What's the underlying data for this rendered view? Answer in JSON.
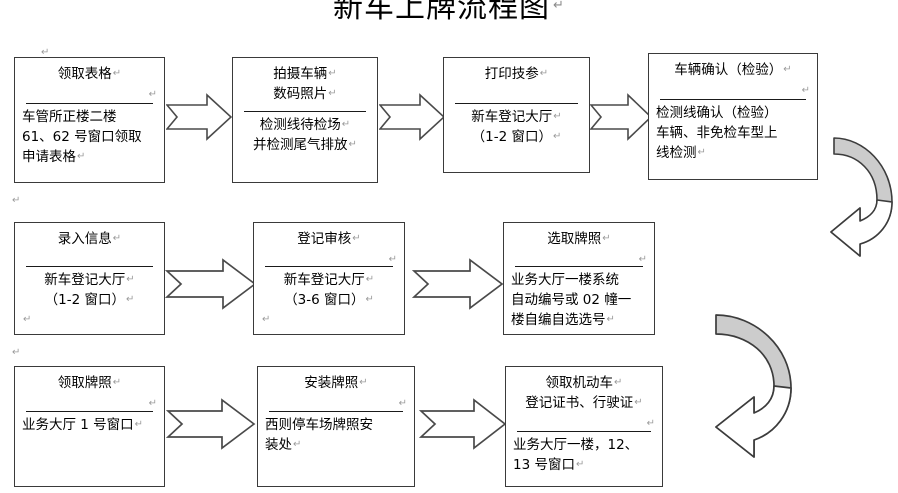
{
  "title": {
    "text": "新车上牌流程图",
    "pilcrow": "↵"
  },
  "marks": {
    "pilcrow": "↵"
  },
  "flow": {
    "rows": [
      {
        "row_name": "row-1",
        "boxes": [
          {
            "id": "box-get-form",
            "head": "领取表格",
            "head_lines": [
              "领取表格"
            ],
            "body_lines": [
              "车管所正楼二楼",
              "61、62 号窗口领取",
              "申请表格"
            ],
            "body_align": "left"
          },
          {
            "id": "box-photo-vehicle",
            "head": "拍摄车辆",
            "head_lines": [
              "拍摄车辆",
              "数码照片"
            ],
            "body_lines": [
              "检测线待检场",
              "并检测尾气排放"
            ],
            "body_align": "center"
          },
          {
            "id": "box-print-spec",
            "head": "打印技参",
            "head_lines": [
              "打印技参"
            ],
            "body_lines": [
              "新车登记大厅",
              "（1-2 窗口）"
            ],
            "body_align": "center"
          },
          {
            "id": "box-vehicle-confirm",
            "head": "车辆确认（检验）",
            "head_lines": [
              "车辆确认（检验）"
            ],
            "body_lines": [
              "检测线确认（检验）",
              "车辆、非免检车型上",
              "线检测"
            ],
            "body_align": "left"
          }
        ]
      },
      {
        "row_name": "row-2",
        "boxes": [
          {
            "id": "box-enter-info",
            "head": "录入信息",
            "head_lines": [
              "录入信息"
            ],
            "body_lines": [
              "新车登记大厅",
              "（1-2 窗口）"
            ],
            "body_align": "center"
          },
          {
            "id": "box-registration-review",
            "head": "登记审核",
            "head_lines": [
              "登记审核"
            ],
            "body_lines": [
              "新车登记大厅",
              "（3-6 窗口）"
            ],
            "body_align": "center"
          },
          {
            "id": "box-select-plate",
            "head": "选取牌照",
            "head_lines": [
              "选取牌照"
            ],
            "body_lines": [
              "业务大厅一楼系统",
              "自动编号或 02 幢一",
              "楼自编自选选号"
            ],
            "body_align": "left"
          }
        ]
      },
      {
        "row_name": "row-3",
        "boxes": [
          {
            "id": "box-collect-plate",
            "head": "领取牌照",
            "head_lines": [
              "领取牌照"
            ],
            "body_lines": [
              "业务大厅 1 号窗口"
            ],
            "body_align": "left"
          },
          {
            "id": "box-install-plate",
            "head": "安装牌照",
            "head_lines": [
              "安装牌照"
            ],
            "body_lines": [
              "西则停车场牌照安",
              "装处"
            ],
            "body_align": "left"
          },
          {
            "id": "box-collect-certs",
            "head": "领取机动车",
            "head_lines": [
              "领取机动车",
              "登记证书、行驶证"
            ],
            "body_lines": [
              "业务大厅一楼，12、",
              "13 号窗口"
            ],
            "body_align": "left"
          }
        ]
      }
    ],
    "connectors": [
      {
        "id": "arrow-r1-1",
        "name": "right-arrow-icon",
        "direction": "right"
      },
      {
        "id": "arrow-r1-2",
        "name": "right-arrow-icon",
        "direction": "right"
      },
      {
        "id": "arrow-r1-3",
        "name": "right-arrow-icon",
        "direction": "right"
      },
      {
        "id": "arrow-r2-1",
        "name": "right-arrow-icon",
        "direction": "right"
      },
      {
        "id": "arrow-r2-2",
        "name": "right-arrow-icon",
        "direction": "right"
      },
      {
        "id": "arrow-r3-1",
        "name": "right-arrow-icon",
        "direction": "right"
      },
      {
        "id": "arrow-r3-2",
        "name": "right-arrow-icon",
        "direction": "right"
      },
      {
        "id": "curve-1",
        "name": "u-turn-arrow-icon",
        "direction": "down-left"
      },
      {
        "id": "curve-2",
        "name": "u-turn-arrow-icon",
        "direction": "down-left"
      }
    ]
  },
  "colors": {
    "box_border": "#3a3a3a",
    "rule": "#1a1a1a",
    "arrow_fill": "#ffffff",
    "arrow_stroke": "#4a4a4a",
    "curve_fill": "#cccccc",
    "curve_stroke": "#3c3c3c",
    "text": "#000000",
    "pilcrow": "#9b9b9b",
    "background": "#ffffff"
  }
}
